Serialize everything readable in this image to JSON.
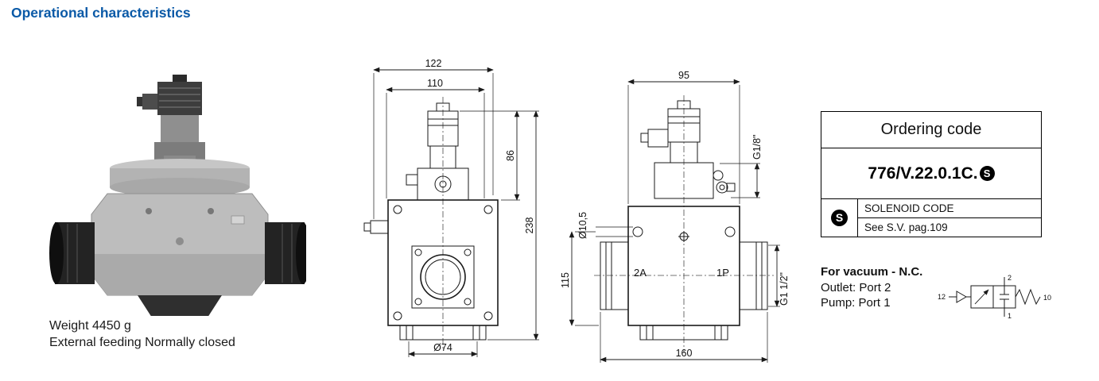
{
  "page": {
    "title": "Operational characteristics",
    "accent_color": "#0b5aa7"
  },
  "photo": {
    "caption": [
      "Weight 4450 g",
      "External feeding Normally closed"
    ]
  },
  "front_view": {
    "dim_overall_width": "122",
    "dim_body_width": "110",
    "dim_pilot_height": "86",
    "dim_total_height": "238",
    "dim_base_diameter": "Ø74"
  },
  "side_view": {
    "dim_top_width": "95",
    "dim_fixing_holes": "Ø10,5",
    "dim_pilot_port": "G1/8\"",
    "dim_center_height": "115",
    "dim_main_port": "G1 1/2\"",
    "port_outlet_label": "2A",
    "port_pump_label": "1P",
    "dim_base_width": "160"
  },
  "ordering_code": {
    "header": "Ordering code",
    "code": "776/V.22.0.1C.",
    "code_badge": "S",
    "solenoid_badge": "S",
    "solenoid_label": "SOLENOID CODE",
    "solenoid_reference": "See S.V. pag.109"
  },
  "vacuum_info": {
    "title": "For vacuum - N.C.",
    "outlet": "Outlet: Port 2",
    "pump": "Pump: Port 1",
    "symbol": {
      "pilot_label": "12",
      "port_top_label": "2",
      "port_bottom_label": "1",
      "spring_label": "10"
    }
  }
}
